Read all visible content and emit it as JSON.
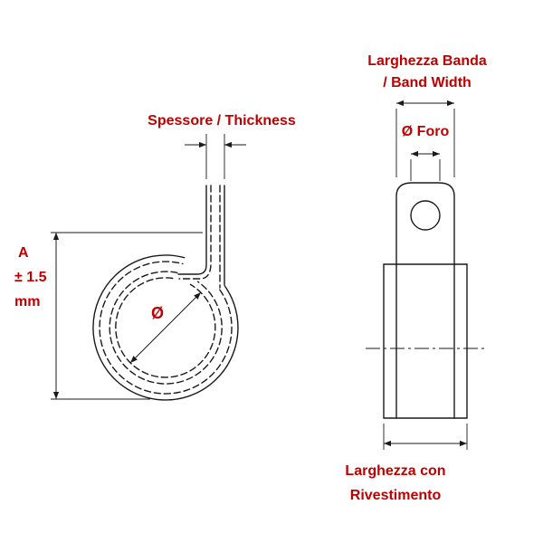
{
  "colors": {
    "label": "#c00000",
    "line": "#1a1a1a",
    "background": "#ffffff"
  },
  "drawing": {
    "left_view": {
      "labels": {
        "thickness": "Spessore / Thickness",
        "height_line1": "A",
        "height_line2": "± 1.5",
        "height_line3": "mm",
        "diameter": "Ø"
      }
    },
    "right_view": {
      "labels": {
        "band_width_line1": "Larghezza Banda",
        "band_width_line2": "/ Band Width",
        "hole_diameter": "Ø Foro",
        "coated_width_line1": "Larghezza con",
        "coated_width_line2": "Rivestimento"
      }
    }
  }
}
